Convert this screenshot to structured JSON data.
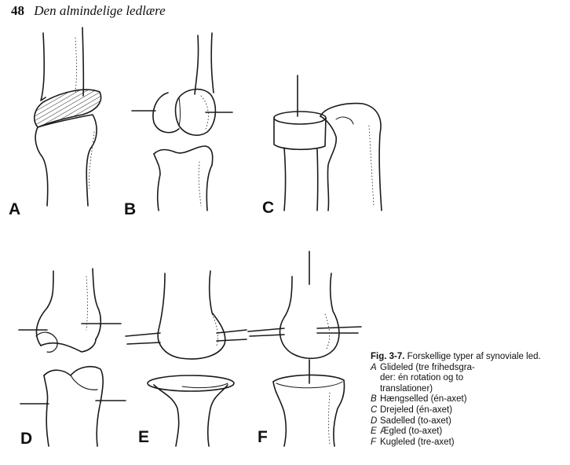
{
  "header": {
    "page_number": "48",
    "running_title": "Den almindelige ledlære"
  },
  "labels": {
    "a": "A",
    "b": "B",
    "c": "C",
    "d": "D",
    "e": "E",
    "f": "F"
  },
  "caption": {
    "figure_number": "Fig. 3-7.",
    "title": "Forskellige typer af synoviale led.",
    "items": [
      {
        "letter": "A",
        "lines": [
          "Glideled (tre frihedsgra-",
          "der: én rotation og to",
          "translationer)"
        ]
      },
      {
        "letter": "B",
        "lines": [
          "Hængselled (én-axet)"
        ]
      },
      {
        "letter": "C",
        "lines": [
          "Drejeled (én-axet)"
        ]
      },
      {
        "letter": "D",
        "lines": [
          "Sadelled (to-axet)"
        ]
      },
      {
        "letter": "E",
        "lines": [
          "Ægled (to-axet)"
        ]
      },
      {
        "letter": "F",
        "lines": [
          "Kugleled (tre-axet)"
        ]
      }
    ]
  }
}
